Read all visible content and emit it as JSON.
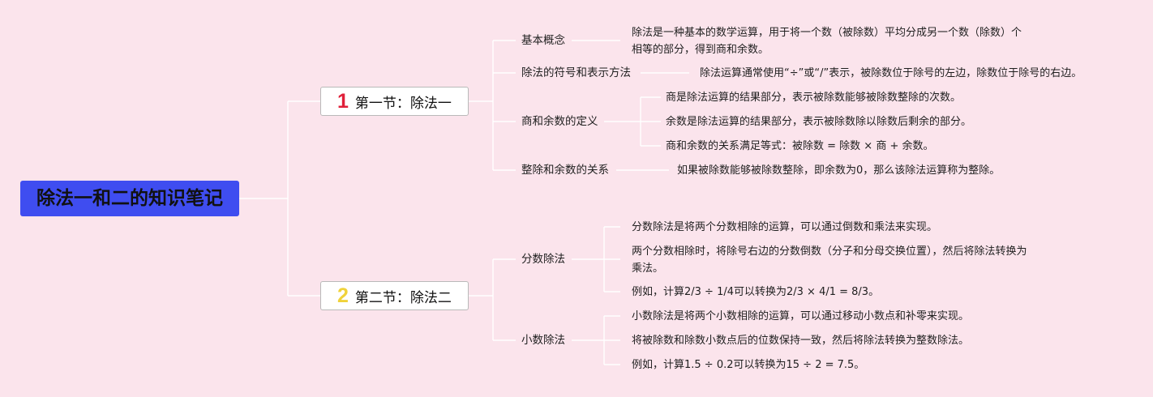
{
  "root": {
    "title": "除法一和二的知识笔记"
  },
  "sections": [
    {
      "number": "1",
      "title": "第一节：除法一",
      "number_color": "#e0203a",
      "topics": [
        {
          "label": "基本概念",
          "notes": [
            "除法是一种基本的数学运算，用于将一个数（被除数）平均分成另一个数（除数）个相等的部分，得到商和余数。"
          ]
        },
        {
          "label": "除法的符号和表示方法",
          "notes": [
            "除法运算通常使用“÷”或“/”表示，被除数位于除号的左边，除数位于除号的右边。"
          ]
        },
        {
          "label": "商和余数的定义",
          "notes": [
            "商是除法运算的结果部分，表示被除数能够被除数整除的次数。",
            "余数是除法运算的结果部分，表示被除数除以除数后剩余的部分。",
            "商和余数的关系满足等式：被除数 = 除数 × 商 + 余数。"
          ]
        },
        {
          "label": "整除和余数的关系",
          "notes": [
            "如果被除数能够被除数整除，即余数为0，那么该除法运算称为整除。"
          ]
        }
      ]
    },
    {
      "number": "2",
      "title": "第二节：除法二",
      "number_color": "#f0d23a",
      "topics": [
        {
          "label": "分数除法",
          "notes": [
            "分数除法是将两个分数相除的运算，可以通过倒数和乘法来实现。",
            "两个分数相除时，将除号右边的分数倒数（分子和分母交换位置），然后将除法转换为乘法。",
            "例如，计算2/3 ÷ 1/4可以转换为2/3 × 4/1 = 8/3。"
          ]
        },
        {
          "label": "小数除法",
          "notes": [
            "小数除法是将两个小数相除的运算，可以通过移动小数点和补零来实现。",
            "将被除数和除数小数点后的位数保持一致，然后将除法转换为整数除法。",
            "例如，计算1.5 ÷ 0.2可以转换为15 ÷ 2 = 7.5。"
          ]
        }
      ]
    }
  ],
  "colors": {
    "background": "#fbe4ec",
    "root_fill": "#3f4df0",
    "connector": "#ffffff"
  }
}
